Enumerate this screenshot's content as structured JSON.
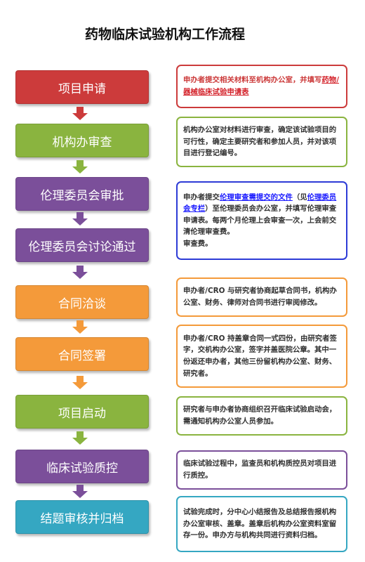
{
  "title": "药物临床试验机构工作流程",
  "colors": {
    "red": "#cc3b3b",
    "green": "#8ab43f",
    "purple": "#7b4f9a",
    "orange": "#f49a3a",
    "teal": "#35a7c2"
  },
  "steps": [
    {
      "label": "项目申请",
      "color": "#cc3b3b"
    },
    {
      "label": "机构办审查",
      "color": "#8ab43f"
    },
    {
      "label": "伦理委员会审批",
      "color": "#7b4f9a"
    },
    {
      "label": "伦理委员会讨论通过",
      "color": "#7b4f9a"
    },
    {
      "label": "合同洽谈",
      "color": "#f49a3a"
    },
    {
      "label": "合同签署",
      "color": "#f49a3a"
    },
    {
      "label": "项目启动",
      "color": "#8ab43f"
    },
    {
      "label": "临床试验质控",
      "color": "#7b4f9a"
    },
    {
      "label": "结题审核并归档",
      "color": "#35a7c2"
    }
  ],
  "notes": {
    "n1": {
      "t1": "申办者提交相关材料至机构办公室，并填写",
      "link": "药物/器械临床试验申请表"
    },
    "n2": {
      "text": "机构办公室对材料进行审查，确定该试验项目的可行性，确定主要研究者和参加人员，并对该项目进行登记编号。"
    },
    "n3": {
      "t1": "申办者提交",
      "link1": "伦理审查需提交的文件",
      "t2": "（见",
      "link2": "伦理委员会专栏",
      "t3": "）至伦理委员会办公室，并填写伦理审查申请表。每两个月伦理上会审查一次，上会前交清伦理审查费。",
      "t4": "审查费。"
    },
    "n4": {
      "text": "申办者/CRO 与研究者协商起草合同书，机构办公室、财务、律师对合同书进行审阅修改。"
    },
    "n5": {
      "text": "申办者/CRO 持盖章合同一式四份，由研究者签字，交机构办公室，签字并盖医院公章。其中一份返还申办者，其他三份留机构办公室、财务、研究者。"
    },
    "n6": {
      "text": "研究者与申办者协商组织召开临床试验启动会，需通知机构办公室人员参加。"
    },
    "n7": {
      "text": "临床试验过程中，监查员和机构质控员对项目进行质控。"
    },
    "n8": {
      "text": "试验完成时，分中心小结报告及总结报告报机构办公室审核、盖章。盖章后机构办公室资料室留存一份。申办方与机构共同进行资料归档。"
    }
  }
}
